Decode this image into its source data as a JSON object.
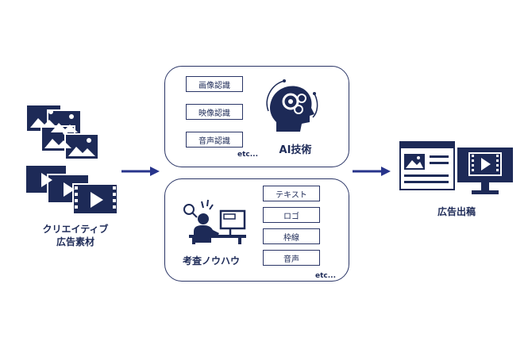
{
  "colors": {
    "primary": "#1d2a57",
    "arrow": "#27348b",
    "outline": "#2a3566"
  },
  "left": {
    "label_line1": "クリエイティブ",
    "label_line2": "広告素材"
  },
  "ai_panel": {
    "items": [
      "画像認識",
      "映像認識",
      "音声認識"
    ],
    "etc": "etc...",
    "title": "AI技術"
  },
  "know_panel": {
    "items": [
      "テキスト",
      "ロゴ",
      "枠線",
      "音声"
    ],
    "etc": "etc...",
    "title": "考査ノウハウ"
  },
  "right": {
    "label": "広告出稿"
  }
}
